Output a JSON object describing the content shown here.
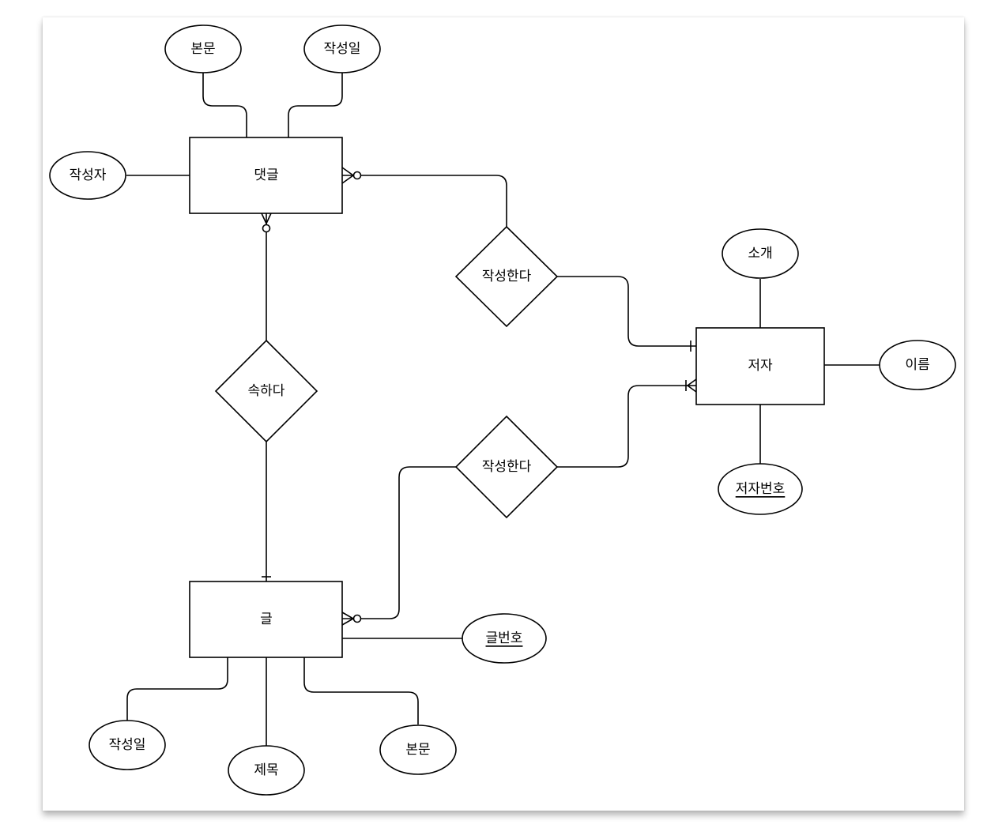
{
  "entities": {
    "comment": "댓글",
    "author": "저자",
    "post": "글"
  },
  "relationships": {
    "comment_author": "작성한다",
    "post_author": "작성한다",
    "belongs": "속하다"
  },
  "attributes": {
    "comment_body": "본문",
    "comment_date": "작성일",
    "comment_writer": "작성자",
    "author_intro": "소개",
    "author_name": "이름",
    "author_id": "저자번호",
    "post_id": "글번호",
    "post_date": "작성일",
    "post_title": "제목",
    "post_body": "본문"
  }
}
